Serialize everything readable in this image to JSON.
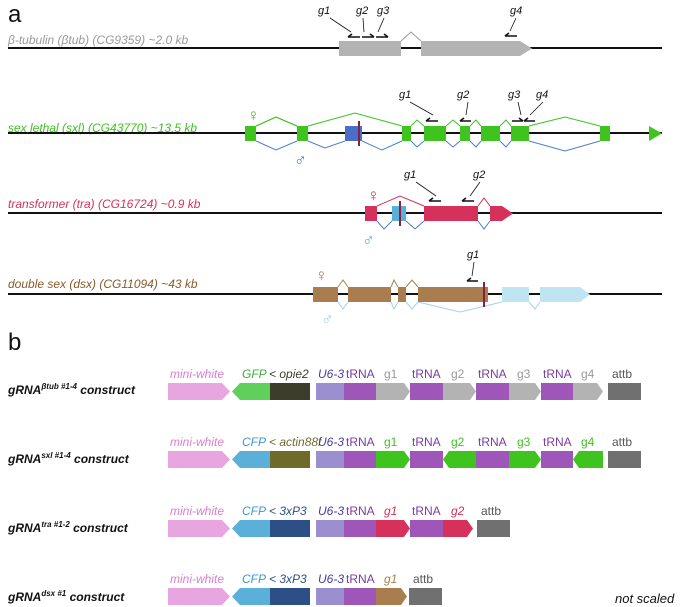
{
  "panel_a": {
    "label": "a",
    "genes": [
      {
        "id": "btub",
        "label": "β-tubulin (βtub) (CG9359) ~2.0 kb",
        "color": "#b3b3b3",
        "guides": [
          "g1",
          "g2",
          "g3",
          "g4"
        ]
      },
      {
        "id": "sxl",
        "label": "sex lethal (sxl) (CG43770) ~13.5 kb",
        "color": "#3ec31f",
        "guides": [
          "g1",
          "g2",
          "g3",
          "g4"
        ]
      },
      {
        "id": "tra",
        "label": "transformer (tra) (CG16724) ~0.9 kb",
        "color": "#d5315a",
        "guides": [
          "g1",
          "g2"
        ]
      },
      {
        "id": "dsx",
        "label": "double sex (dsx) (CG11094) ~43 kb",
        "color": "#a97d4e",
        "guides": [
          "g1"
        ]
      }
    ],
    "female_symbol": "♀",
    "male_symbol": "♂"
  },
  "panel_b": {
    "label": "b",
    "constructs": [
      {
        "id": "btub",
        "name_main": "gRNA",
        "name_sup": "βtub #1-4",
        "name_tail": " construct",
        "parts": [
          {
            "label": "mini-white",
            "color": "#e8a6e0"
          },
          {
            "label": "GFP",
            "color": "#5fd05a"
          },
          {
            "label": "< opie2",
            "color": "#3d3d2c"
          },
          {
            "label": "U6-3",
            "color": "#9b8fd0"
          },
          {
            "label": "tRNA",
            "color": "#9e56b8"
          },
          {
            "label": "g1",
            "color": "#b3b3b3"
          },
          {
            "label": "tRNA",
            "color": "#9e56b8"
          },
          {
            "label": "g2",
            "color": "#b3b3b3"
          },
          {
            "label": "tRNA",
            "color": "#9e56b8"
          },
          {
            "label": "g3",
            "color": "#b3b3b3"
          },
          {
            "label": "tRNA",
            "color": "#9e56b8"
          },
          {
            "label": "g4",
            "color": "#b3b3b3"
          },
          {
            "label": "attb",
            "color": "#707070"
          }
        ]
      },
      {
        "id": "sxl",
        "name_main": "gRNA",
        "name_sup": "sxl #1-4",
        "name_tail": " construct",
        "parts": [
          {
            "label": "mini-white",
            "color": "#e8a6e0"
          },
          {
            "label": "CFP",
            "color": "#5ab0d8"
          },
          {
            "label": "< actin88f",
            "color": "#6e6b2a"
          },
          {
            "label": "U6-3",
            "color": "#9b8fd0"
          },
          {
            "label": "tRNA",
            "color": "#9e56b8"
          },
          {
            "label": "g1",
            "color": "#3ec31f"
          },
          {
            "label": "tRNA",
            "color": "#9e56b8"
          },
          {
            "label": "g2",
            "color": "#3ec31f"
          },
          {
            "label": "tRNA",
            "color": "#9e56b8"
          },
          {
            "label": "g3",
            "color": "#3ec31f"
          },
          {
            "label": "tRNA",
            "color": "#9e56b8"
          },
          {
            "label": "g4",
            "color": "#3ec31f"
          },
          {
            "label": "attb",
            "color": "#707070"
          }
        ]
      },
      {
        "id": "tra",
        "name_main": "gRNA",
        "name_sup": "tra #1-2",
        "name_tail": " construct",
        "parts": [
          {
            "label": "mini-white",
            "color": "#e8a6e0"
          },
          {
            "label": "CFP",
            "color": "#5ab0d8"
          },
          {
            "label": "< 3xP3",
            "color": "#2c4f86"
          },
          {
            "label": "U6-3",
            "color": "#9b8fd0"
          },
          {
            "label": "tRNA",
            "color": "#9e56b8"
          },
          {
            "label": "g1",
            "color": "#d5315a"
          },
          {
            "label": "tRNA",
            "color": "#9e56b8"
          },
          {
            "label": "g2",
            "color": "#d5315a"
          },
          {
            "label": "attb",
            "color": "#707070"
          }
        ]
      },
      {
        "id": "dsx",
        "name_main": "gRNA",
        "name_sup": "dsx #1",
        "name_tail": " construct",
        "parts": [
          {
            "label": "mini-white",
            "color": "#e8a6e0"
          },
          {
            "label": "CFP",
            "color": "#5ab0d8"
          },
          {
            "label": "< 3xP3",
            "color": "#2c4f86"
          },
          {
            "label": "U6-3",
            "color": "#9b8fd0"
          },
          {
            "label": "tRNA",
            "color": "#9e56b8"
          },
          {
            "label": "g1",
            "color": "#a97d4e"
          },
          {
            "label": "attb",
            "color": "#707070"
          }
        ]
      }
    ],
    "note": "not scaled"
  },
  "colors": {
    "male_splice": "#4a7ed0",
    "stop_codon": "#8a2040",
    "sxl_male_exon": "#4a6fc8",
    "tra_male_exon": "#5ab0d8",
    "dsx_male_exon": "#bfe5f2",
    "dsx_female_symbol": "#a97d4e",
    "dsx_male_symbol": "#9fd4e8"
  }
}
